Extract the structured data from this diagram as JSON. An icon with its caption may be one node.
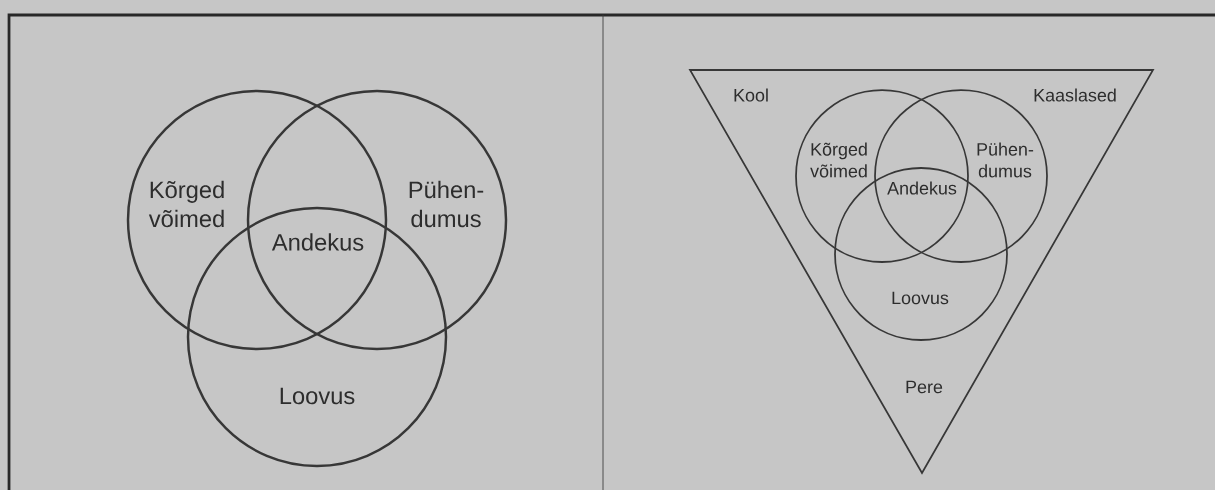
{
  "diagram": {
    "nodes": [
      {
        "text": [
          "Kõrged võimed"
        ]
      },
      {
        "text": [
          "Pühen- dumus"
        ]
      },
      {
        "text": [
          "Loovus"
        ]
      },
      {
        "text": [
          "Kool",
          "Kaaslased",
          "Pere"
        ]
      },
      {
        "text": [
          "Kõrged võimed"
        ],
        "in": 3
      },
      {
        "text": [
          "Pühen- dumus"
        ],
        "in": 3
      },
      {
        "text": [
          "Loovus"
        ],
        "in": 3
      }
    ],
    "edges": [],
    "labels": [
      "Andekus",
      "Andekus"
    ]
  }
}
